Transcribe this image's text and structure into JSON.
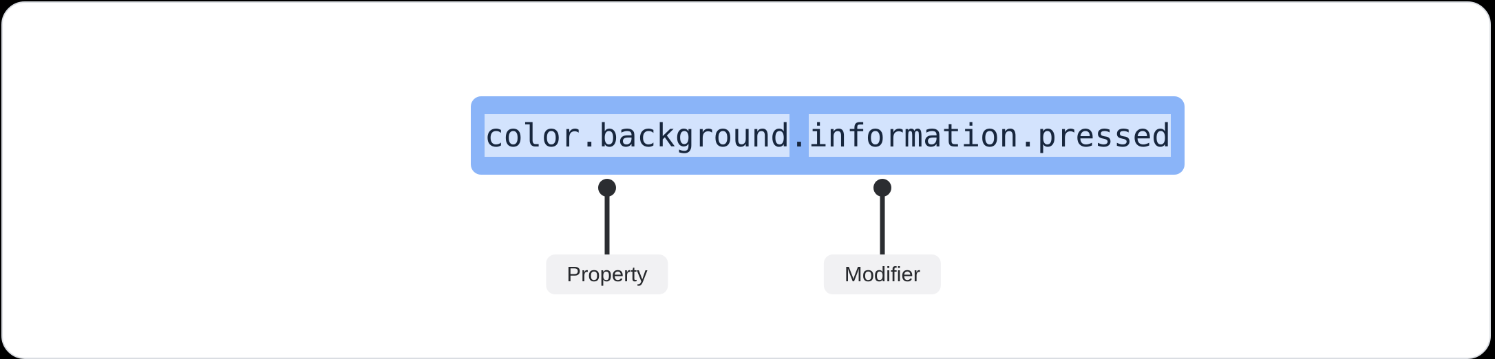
{
  "canvas": {
    "background_color": "#000000",
    "card_background": "#ffffff",
    "card_border_color": "#dadde2"
  },
  "token": {
    "full_value": "color.background.information.pressed",
    "pill_color": "#8ab4f8",
    "highlight_color": "#d3e3fd",
    "text_color": "#17263d",
    "segments": [
      {
        "text": "color.background",
        "highlighted": true,
        "role": "property"
      },
      {
        "text": ".",
        "highlighted": false,
        "role": "separator"
      },
      {
        "text": "information.pressed",
        "highlighted": true,
        "role": "modifier"
      }
    ]
  },
  "annotations": [
    {
      "label": "Property",
      "chip_color": "#f1f1f3",
      "text_color": "#26282c",
      "connector_color": "#2b2d31"
    },
    {
      "label": "Modifier",
      "chip_color": "#f1f1f3",
      "text_color": "#26282c",
      "connector_color": "#2b2d31"
    }
  ]
}
